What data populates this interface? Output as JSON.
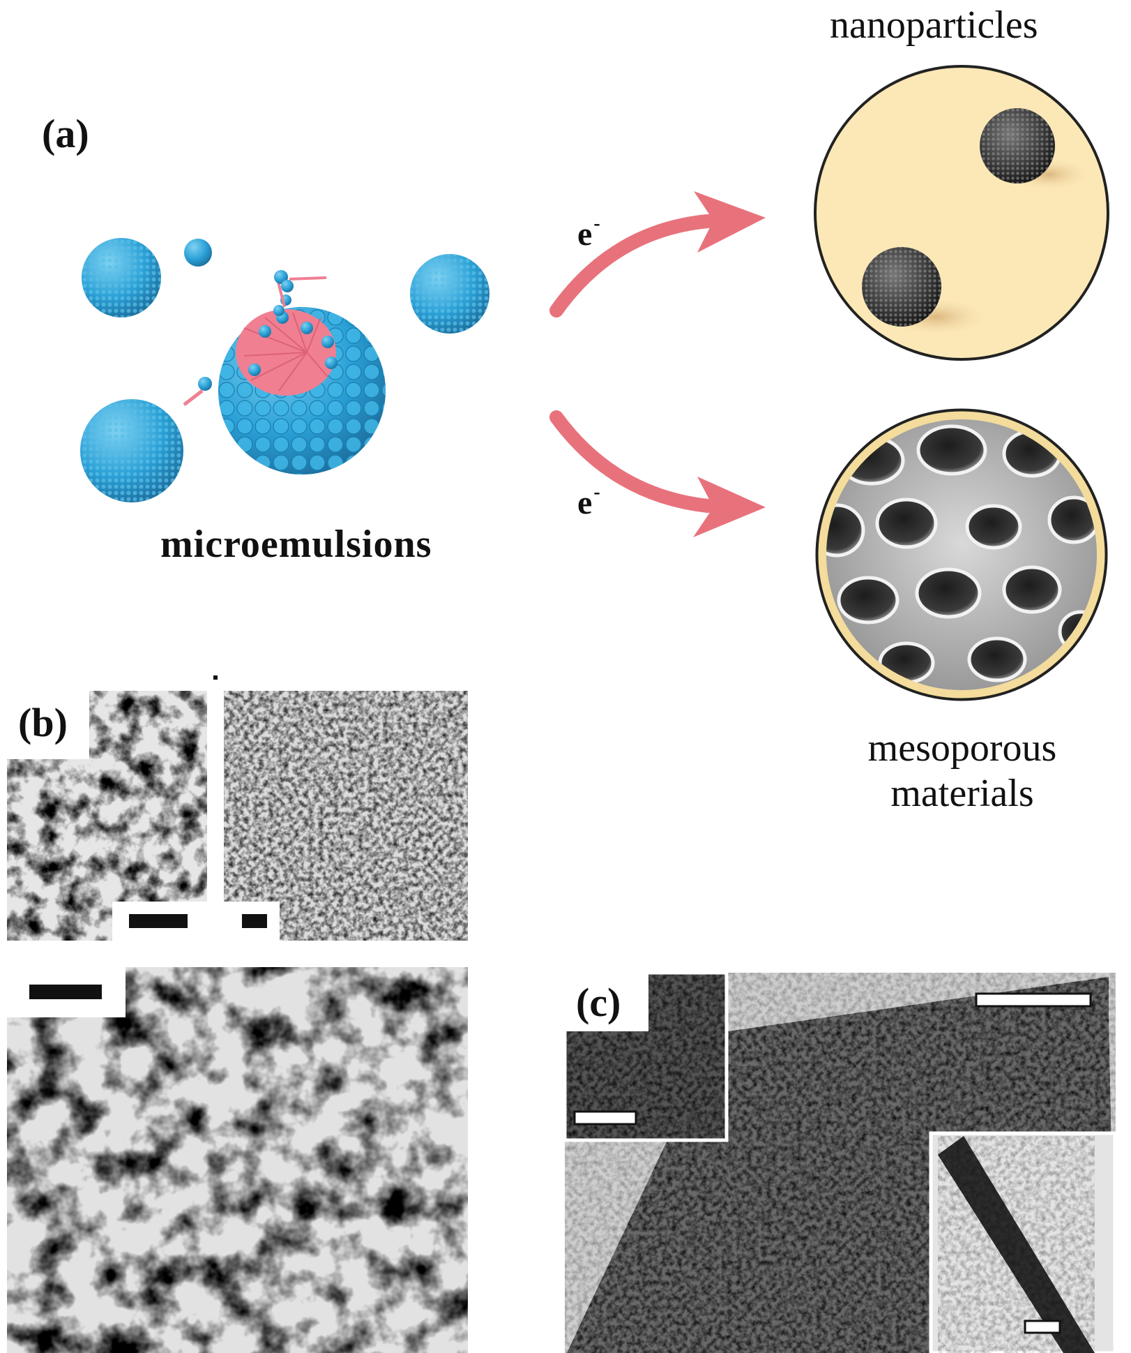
{
  "panel_a": {
    "label": "(a)",
    "caption_left": "microemulsions",
    "caption_top_right": "nanoparticles",
    "caption_bottom_right_line1": "mesoporous",
    "caption_bottom_right_line2": "materials",
    "electron_symbol": "e",
    "electron_charge": "-"
  },
  "panel_b": {
    "label": "(b)"
  },
  "panel_c": {
    "label": "(c)"
  },
  "colors": {
    "micelle_blue": "#2fa6d8",
    "surfactant_pink": "#f07f92",
    "arrow_pink": "#e8727c",
    "nanoparticle_bg": "#fbe8b6",
    "nanoparticle_rim": "#222222",
    "mesoporous_rim": "#f3dc9c",
    "tem_dark": "#111111",
    "tem_light": "#cfcfcf"
  }
}
